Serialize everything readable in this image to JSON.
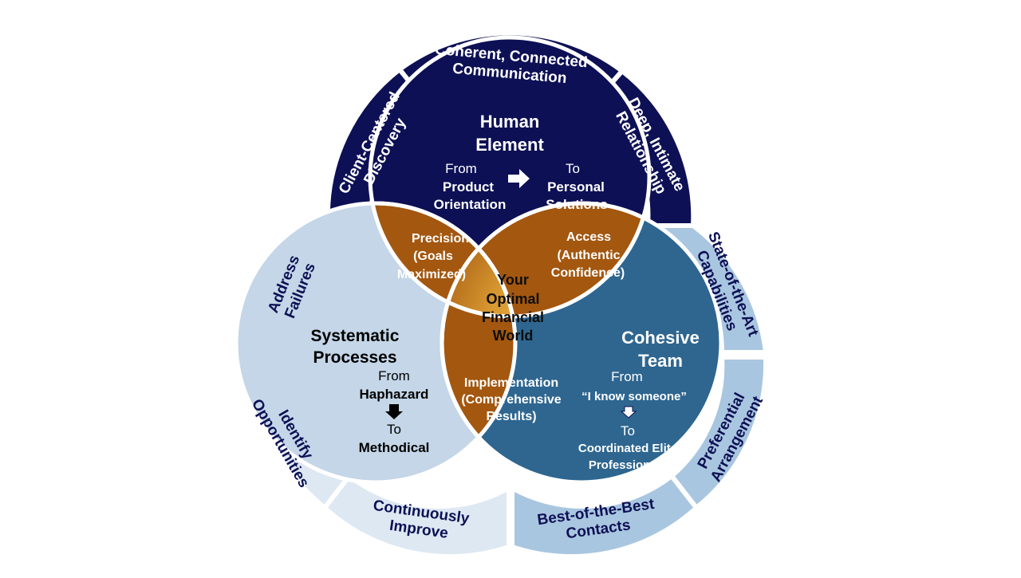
{
  "outer_ring": {
    "top": {
      "coherent_communication": [
        "Coherent, Connected",
        "Communication"
      ],
      "client_centered_discovery": [
        "Client-Centered",
        "Discovery"
      ],
      "deep_relationship": [
        "Deep, Intimate",
        "Relationship"
      ]
    },
    "left": {
      "address_failures": [
        "Address",
        "Failures"
      ],
      "identify_opportunities": [
        "Identify",
        "Opportunities"
      ],
      "continuously_improve": [
        "Continuously",
        "Improve"
      ]
    },
    "right": {
      "state_of_the_art": [
        "State-of-the-Art",
        "Capabilities"
      ],
      "preferential_arrangement": [
        "Preferential",
        "Arrangement"
      ],
      "best_contacts": [
        "Best-of-the-Best",
        "Contacts"
      ]
    }
  },
  "human_element": {
    "title": [
      "Human",
      "Element"
    ],
    "from_word": "From",
    "from_value": [
      "Product",
      "Orientation"
    ],
    "to_word": "To",
    "to_value": [
      "Personal",
      "Solutions"
    ]
  },
  "systematic_processes": {
    "title": [
      "Systematic",
      "Processes"
    ],
    "from_word": "From",
    "from_value": "Haphazard",
    "to_word": "To",
    "to_value": "Methodical"
  },
  "cohesive_team": {
    "title": [
      "Cohesive",
      "Team"
    ],
    "from_word": "From",
    "from_value": "“I know someone”",
    "to_word": "To",
    "to_value": [
      "Coordinated Elite",
      "Professionals"
    ]
  },
  "overlaps": {
    "precision": [
      "Precision",
      "(Goals",
      "Maximized)"
    ],
    "access": [
      "Access",
      "(Authentic",
      "Confidence)"
    ],
    "implementation": [
      "Implementation",
      "(Comprehensive",
      "Results)"
    ],
    "center": [
      "Your",
      "Optimal",
      "Financial",
      "World"
    ]
  },
  "colors": {
    "navy": "#0d1054",
    "mid_blue": "#2e6690",
    "light_blue": "#c4d6e7",
    "ring_light": "#dde8f2",
    "ring_mid": "#a9c6e0",
    "orange": "#a3570f",
    "gold": "#e4a93a"
  }
}
